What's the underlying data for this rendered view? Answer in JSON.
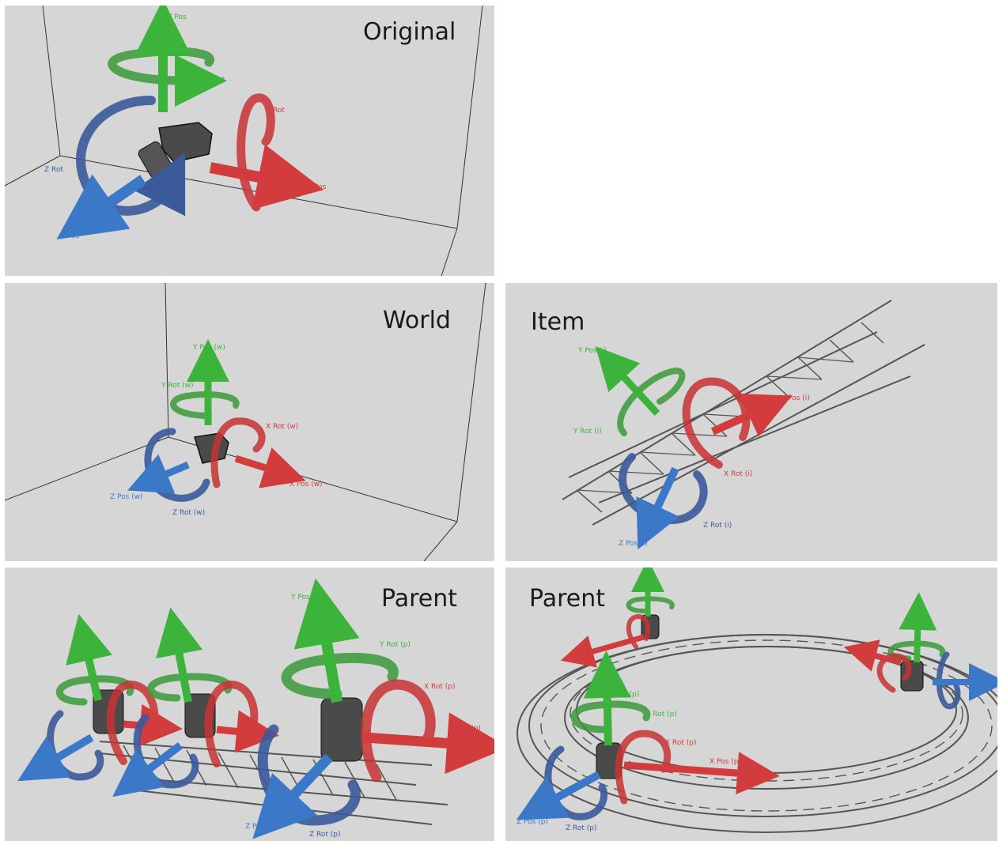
{
  "panels": {
    "original": {
      "title": "Original",
      "labels": {
        "y_pos": "Y Pos",
        "y_rot": "Y Rot",
        "x_rot": "X Rot",
        "x_pos": "X Pos",
        "z_rot": "Z Rot",
        "z_pos": "Z Pos"
      }
    },
    "world": {
      "title": "World",
      "labels": {
        "y_pos": "Y Pos (w)",
        "y_rot": "Y Rot (w)",
        "x_rot": "X Rot (w)",
        "x_pos": "X Pos (w)",
        "z_pos": "Z Pos (w)",
        "z_rot": "Z Rot (w)"
      }
    },
    "item": {
      "title": "Item",
      "labels": {
        "y_pos": "Y Pos (i)",
        "y_rot": "Y Rot (i)",
        "x_pos": "X Pos (i)",
        "x_rot": "X Rot (i)",
        "z_rot": "Z Rot (i)",
        "z_pos": "Z Pos (i)"
      }
    },
    "parent_linear": {
      "title": "Parent",
      "labels": {
        "y_pos": "Y Pos (p)",
        "y_rot": "Y Rot (p)",
        "x_rot": "X Rot (p)",
        "x_pos": "X Pos (p)",
        "z_pos": "Z Pos (p)",
        "z_rot": "Z Rot (p)"
      }
    },
    "parent_circular": {
      "title": "Parent",
      "labels": {
        "y_pos": "Y Pos (p)",
        "y_rot": "Y Rot (p)",
        "x_rot": "X Rot (p)",
        "x_pos": "X Pos (p)",
        "z_pos": "Z Pos (p)",
        "z_rot": "Z Rot (p)"
      }
    }
  },
  "colors": {
    "panel_bg": "#d6d6d6",
    "y_axis": "#3cb43c",
    "x_axis": "#d23c3c",
    "z_axis": "#3c78c8",
    "z_rot": "#3a5a9a",
    "fixture": "#4a4a4a"
  }
}
